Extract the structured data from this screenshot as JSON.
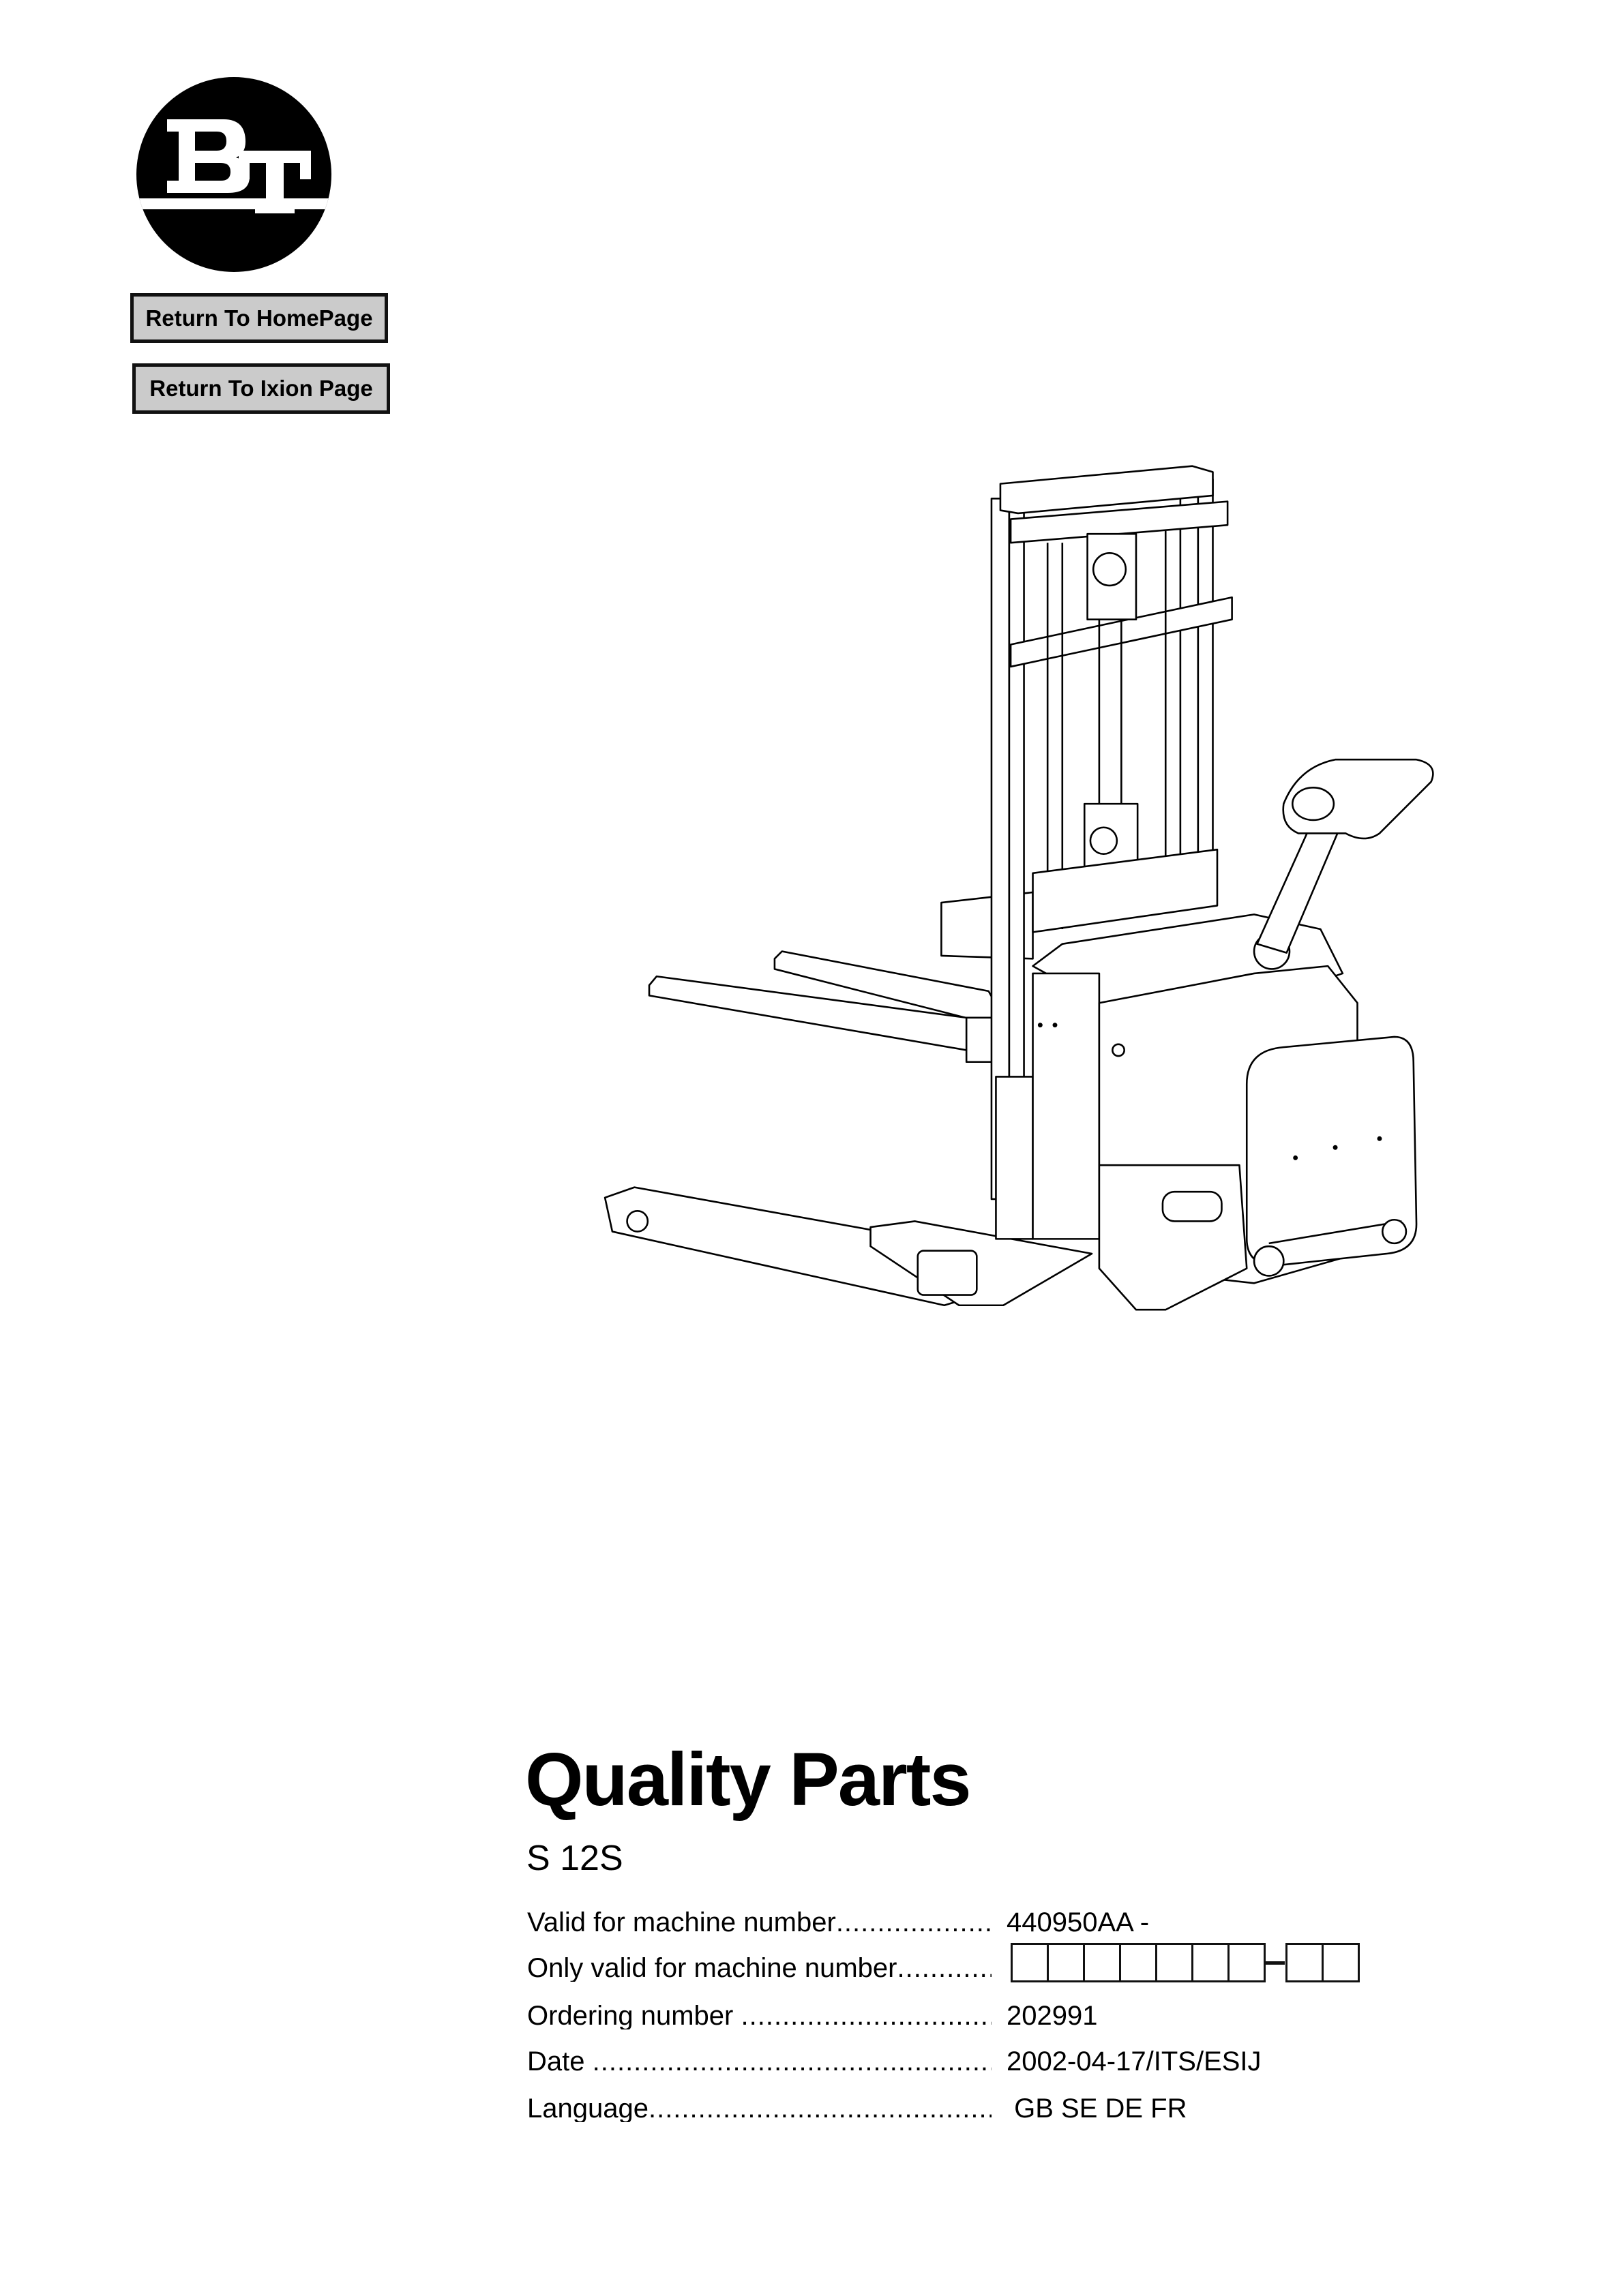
{
  "logo": {
    "text": "BT"
  },
  "nav": {
    "home_label": "Return To HomePage",
    "ixion_label": "Return To Ixion Page"
  },
  "cover": {
    "title": "Quality Parts",
    "model": "S 12S",
    "fields": [
      {
        "label": "Valid for machine number",
        "value": "440950AA -"
      },
      {
        "label": "Only valid for machine number",
        "value": ""
      },
      {
        "label": "Ordering number ",
        "value": "202991"
      },
      {
        "label": "Date ",
        "value": "2002-04-17/ITS/ESIJ"
      },
      {
        "label": "Language",
        "value": " GB SE DE FR"
      }
    ],
    "machine_number_boxes": {
      "main": 7,
      "suffix": 2
    }
  }
}
